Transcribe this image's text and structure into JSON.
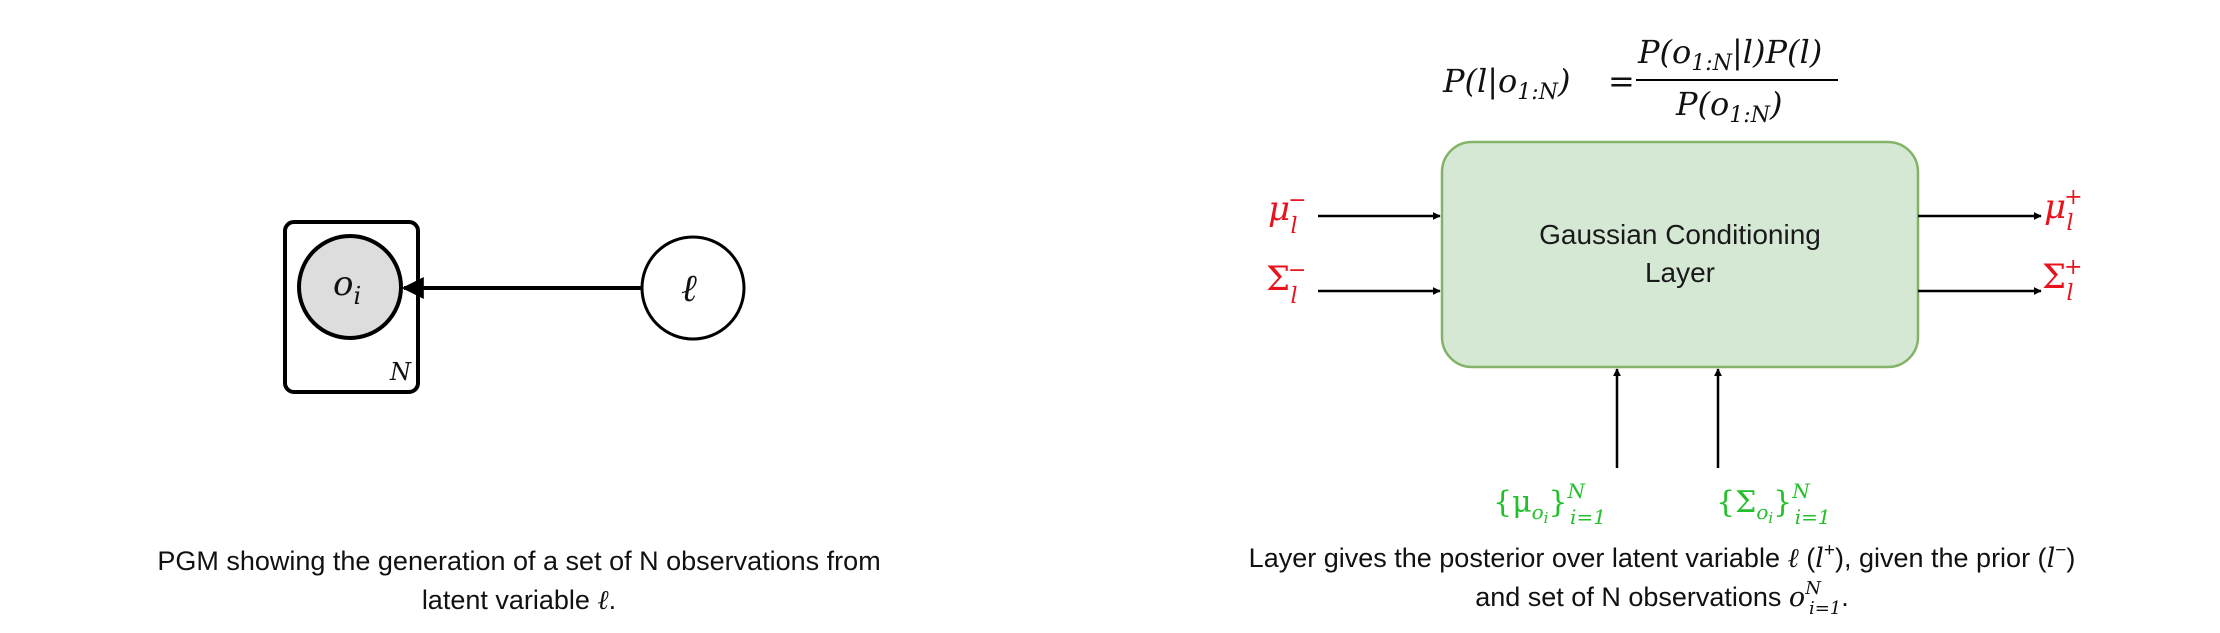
{
  "left_panel": {
    "plate_label": "N",
    "observed_node": {
      "base": "o",
      "sub": "i"
    },
    "latent_node": {
      "symbol": "ℓ"
    },
    "caption_line1": "PGM showing the generation of a set of N observations from",
    "caption_line2_text": "latent variable ",
    "caption_line2_symbol": "ℓ",
    "caption_line2_end": "."
  },
  "right_panel": {
    "equation": {
      "lhs_P": "P(",
      "lhs_l": "l",
      "lhs_bar": "|",
      "lhs_o": "o",
      "lhs_sub": "1:N",
      "lhs_close": ")",
      "equals": "=",
      "num_P": "P(",
      "num_o": "o",
      "num_sub": "1:N",
      "num_mid": "|l)P(l)",
      "den_P": "P(",
      "den_o": "o",
      "den_sub": "1:N",
      "den_close": ")"
    },
    "layer_box": {
      "line1": "Gaussian Conditioning",
      "line2": "Layer",
      "fill": "#d5e8d4",
      "stroke": "#82b366"
    },
    "inputs_left": [
      {
        "base": "μ",
        "sub": "l",
        "sup": "−",
        "color": "#e8121c"
      },
      {
        "base": "Σ",
        "sub": "l",
        "sup": "−",
        "color": "#e8121c"
      }
    ],
    "outputs_right": [
      {
        "base": "μ",
        "sub": "l",
        "sup": "+",
        "color": "#e8121c"
      },
      {
        "base": "Σ",
        "sub": "l",
        "sup": "+",
        "color": "#e8121c"
      }
    ],
    "inputs_bottom": [
      {
        "open": "{μ",
        "inner": "o",
        "inner_sub": "i",
        "close": "}",
        "sup": "N",
        "sub": "i=1",
        "color": "#22c02a"
      },
      {
        "open": "{Σ",
        "inner": "o",
        "inner_sub": "i",
        "close": "}",
        "sup": "N",
        "sub": "i=1",
        "color": "#22c02a"
      }
    ],
    "caption_line1_text": "Layer gives the posterior over latent variable ",
    "caption_line1_sym1": "ℓ",
    "caption_line1_paren1_open": " (",
    "caption_line1_sym2": "l",
    "caption_line1_sym2_sup": "+",
    "caption_line1_mid": "), given the prior (",
    "caption_line1_sym3": "l",
    "caption_line1_sym3_sup": "−",
    "caption_line1_end": ")",
    "caption_line2_text": "and set of N observations ",
    "caption_line2_sym": "o",
    "caption_line2_sup": "N",
    "caption_line2_sub": "i=1",
    "caption_line2_end": "."
  }
}
